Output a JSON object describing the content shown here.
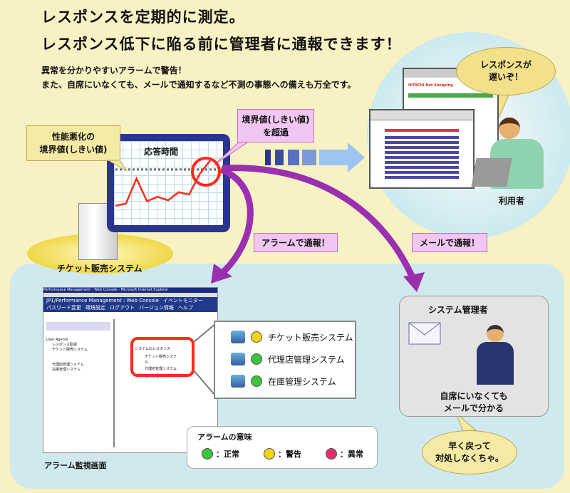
{
  "title": {
    "line1": "レスポンスを定期的に測定。",
    "line2": "レスポンス低下に陥る前に管理者に通報できます！"
  },
  "subtitle": {
    "line1": "異常を分かりやすいアラームで警告！",
    "line2": "また、自席にいなくても、メールで通知するなど不測の事態への備えも万全です。"
  },
  "threshold_callout": {
    "line1": "性能悪化の",
    "line2": "境界値(しきい値)"
  },
  "chart": {
    "title": "応答時間",
    "values": [
      3,
      3.5,
      9,
      4,
      5,
      4.2,
      6,
      5.5,
      10,
      13
    ],
    "threshold": 11
  },
  "exceed_callout": {
    "line1": "境界値(しきい値)",
    "line2": "を超過"
  },
  "system_label": "チケット販売システム",
  "browser": {
    "site": "HITACHI Net Shopping"
  },
  "user": {
    "bubble_line1": "レスポンスが",
    "bubble_line2": "遅いぞ！",
    "label": "利用者"
  },
  "arrows": {
    "alarm": "アラームで通報！",
    "mail": "メールで通報！"
  },
  "monitor": {
    "label": "アラーム監視画面",
    "window_title": "Performance Management - Web Console - Microsoft Internet Explorer",
    "app_name": "JP1/Performance Management : Web Console",
    "menu": [
      "イベントモニター",
      "パスワード変更",
      "環境設定",
      "ログアウト",
      "バージョン情報",
      "ヘルプ"
    ],
    "tree_root": "User Agents",
    "tree_items": [
      "レスポンス監視",
      "チケット販売システム",
      "代理店管理システム",
      "在庫管理システム"
    ],
    "alarm_group": "システムのレスポンス",
    "alarm_items": [
      "チケット販売システム",
      "代理店管理システム",
      "在庫管理システム"
    ]
  },
  "popup": {
    "items": [
      {
        "name": "チケット販売システム",
        "status": "warning"
      },
      {
        "name": "代理店管理システム",
        "status": "normal"
      },
      {
        "name": "在庫管理システム",
        "status": "normal"
      }
    ]
  },
  "legend": {
    "title": "アラームの意味",
    "items": [
      {
        "label": "：正常",
        "color": "#3cc43c"
      },
      {
        "label": "：警告",
        "color": "#f2d21a"
      },
      {
        "label": "：異常",
        "color": "#e0306a"
      }
    ]
  },
  "admin": {
    "title": "システム管理者",
    "line1": "自席にいなくても",
    "line2": "メールで分かる"
  },
  "admin_bubble": {
    "line1": "早く戻って",
    "line2": "対処しなくちゃ。"
  },
  "colors": {
    "background": "#f8f1c4",
    "purple": "#9a2fb0",
    "navy": "#2a3590",
    "red": "#ff2a1a"
  }
}
